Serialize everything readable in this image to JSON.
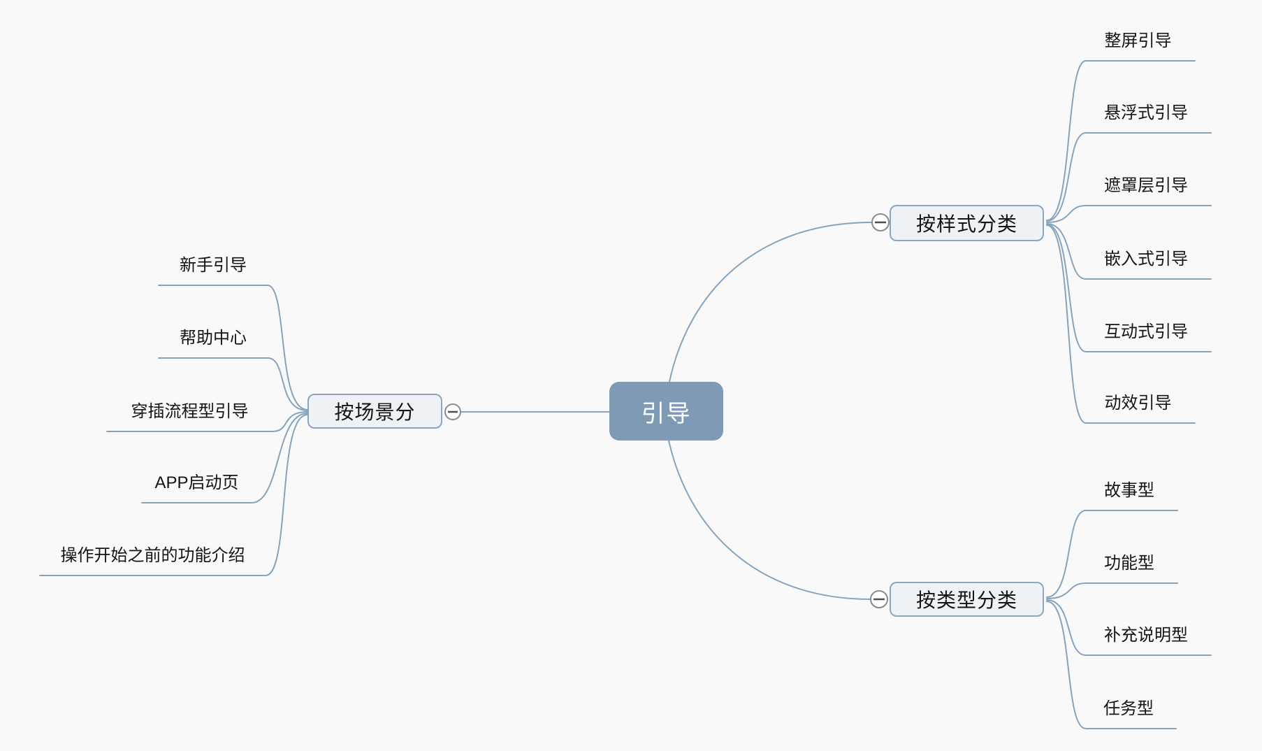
{
  "root": {
    "label": "引导"
  },
  "branches": [
    {
      "label": "按场景分",
      "side": "left",
      "collapse_icon": "minus-circle",
      "children": [
        "新手引导",
        "帮助中心",
        "穿插流程型引导",
        "APP启动页",
        "操作开始之前的功能介绍"
      ]
    },
    {
      "label": "按样式分类",
      "side": "right-top",
      "collapse_icon": "minus-circle",
      "children": [
        "整屏引导",
        "悬浮式引导",
        "遮罩层引导",
        "嵌入式引导",
        "互动式引导",
        "动效引导"
      ]
    },
    {
      "label": "按类型分类",
      "side": "right-bottom",
      "collapse_icon": "minus-circle",
      "children": [
        "故事型",
        "功能型",
        "补充说明型",
        "任务型"
      ]
    }
  ],
  "colors": {
    "background": "#f9f9f9",
    "root_fill": "#7e9ab4",
    "root_text": "#ffffff",
    "branch_fill": "#eef1f5",
    "branch_border": "#8ba7bf",
    "wire": "#87a3bc",
    "collapse_ring": "#8a8a8a",
    "collapse_minus": "#4d4d4d",
    "leaf_text": "#141414"
  }
}
